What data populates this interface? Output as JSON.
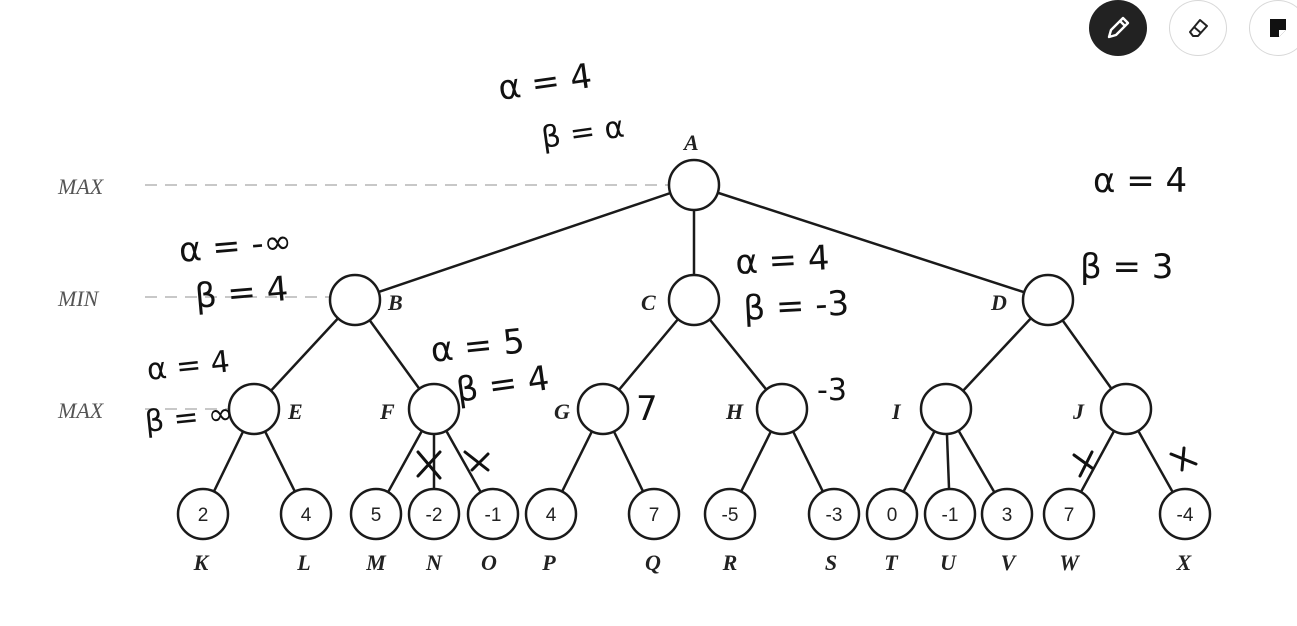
{
  "levels": [
    "MAX",
    "MIN",
    "MAX"
  ],
  "nodes": {
    "A": "A",
    "B": "B",
    "C": "C",
    "D": "D",
    "E": "E",
    "F": "F",
    "G": "G",
    "H": "H",
    "I": "I",
    "J": "J"
  },
  "leaves": [
    {
      "label": "K",
      "value": "2"
    },
    {
      "label": "L",
      "value": "4"
    },
    {
      "label": "M",
      "value": "5"
    },
    {
      "label": "N",
      "value": "-2"
    },
    {
      "label": "O",
      "value": "-1"
    },
    {
      "label": "P",
      "value": "4"
    },
    {
      "label": "Q",
      "value": "7"
    },
    {
      "label": "R",
      "value": "-5"
    },
    {
      "label": "S",
      "value": "-3"
    },
    {
      "label": "T",
      "value": "0"
    },
    {
      "label": "U",
      "value": "-1"
    },
    {
      "label": "V",
      "value": "3"
    },
    {
      "label": "W",
      "value": "7"
    },
    {
      "label": "X",
      "value": "-4"
    }
  ],
  "annotations": {
    "a_alpha": "α = 4",
    "a_beta": "β = α",
    "b_alpha": "α = -∞",
    "b_beta": "β = 4",
    "e_alpha": "α = 4",
    "e_beta": "β = ∞",
    "f_alpha": "α = 5",
    "f_beta": "β = 4",
    "c_alpha": "α = 4",
    "c_beta": "β = -3",
    "g_value": "7",
    "h_value": "-3",
    "d_alpha": "α = 4",
    "d_beta": "β = 3"
  },
  "toolbar": {
    "pen_icon": "pencil-icon",
    "eraser_icon": "eraser-icon",
    "note_icon": "sticky-note-icon"
  }
}
